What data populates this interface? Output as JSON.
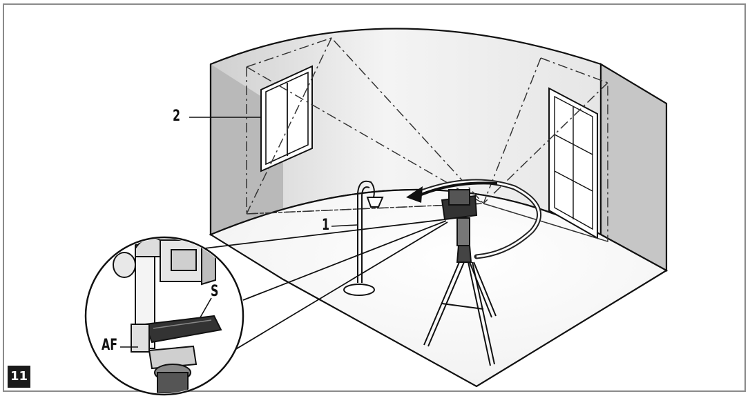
{
  "figure": {
    "number": "11"
  },
  "labels": {
    "lamp": "1",
    "window": "2",
    "slide": "S",
    "af": "AF"
  },
  "colors": {
    "frame": "#8a8a8a",
    "wall_left": "#b9b9b9",
    "wall_right": "#c6c6c6",
    "ink": "#111111"
  }
}
